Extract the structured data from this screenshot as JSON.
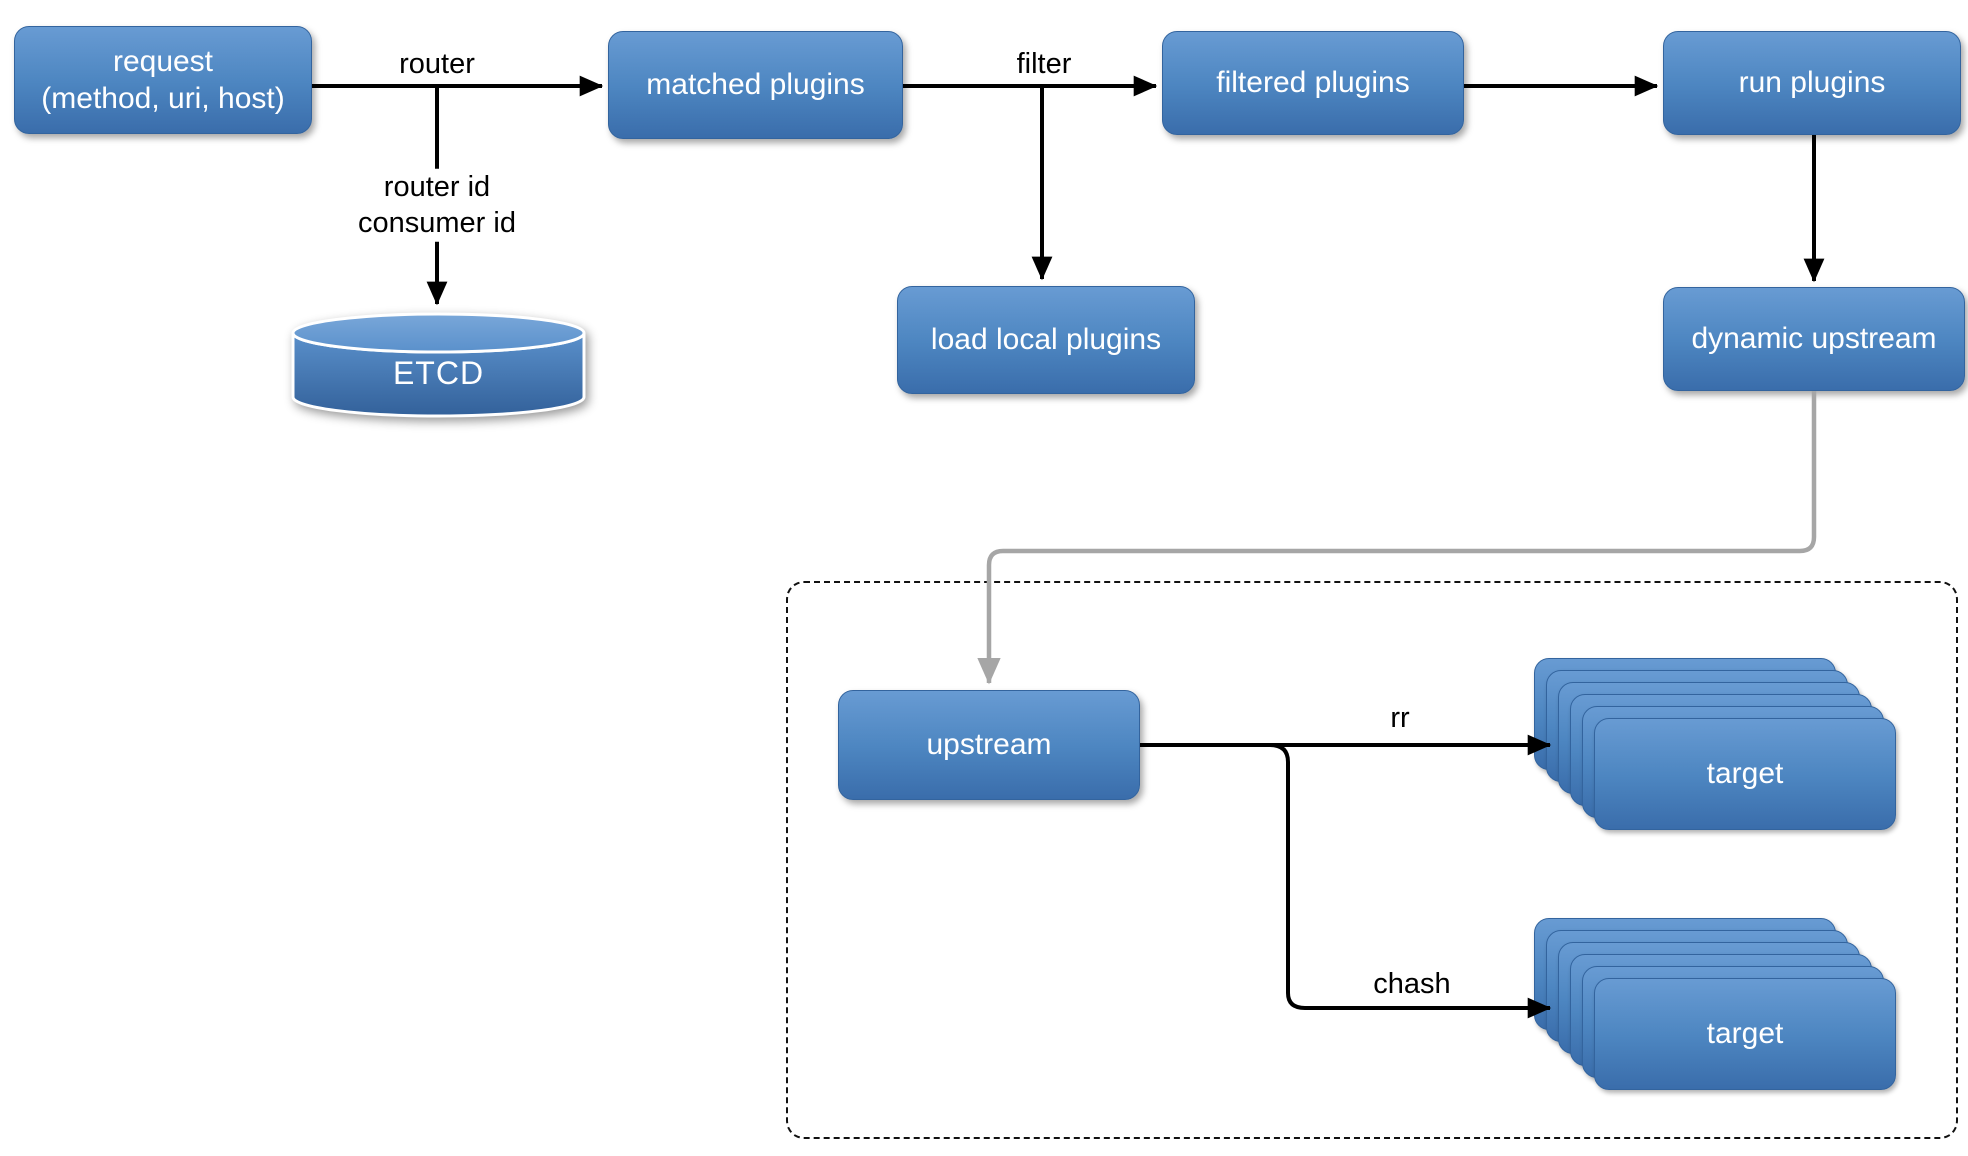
{
  "nodes": {
    "request": {
      "line1": "request",
      "line2": "(method, uri, host)"
    },
    "matched_plugins": {
      "label": "matched plugins"
    },
    "filtered_plugins": {
      "label": "filtered plugins"
    },
    "run_plugins": {
      "label": "run plugins"
    },
    "etcd": {
      "label": "ETCD"
    },
    "load_local_plugins": {
      "label": "load local plugins"
    },
    "dynamic_upstream": {
      "label": "dynamic upstream"
    },
    "upstream": {
      "label": "upstream"
    },
    "target_rr": {
      "label": "target"
    },
    "target_chash": {
      "label": "target"
    }
  },
  "edges": {
    "router": {
      "label": "router"
    },
    "router_ids": {
      "line1": "router id",
      "line2": "consumer id"
    },
    "filter": {
      "label": "filter"
    },
    "rr": {
      "label": "rr"
    },
    "chash": {
      "label": "chash"
    }
  },
  "colors": {
    "node_top": "#689bd3",
    "node_bottom": "#3a6dab",
    "arrow_black": "#000000",
    "arrow_gray": "#a6a6a6",
    "background": "#ffffff"
  }
}
